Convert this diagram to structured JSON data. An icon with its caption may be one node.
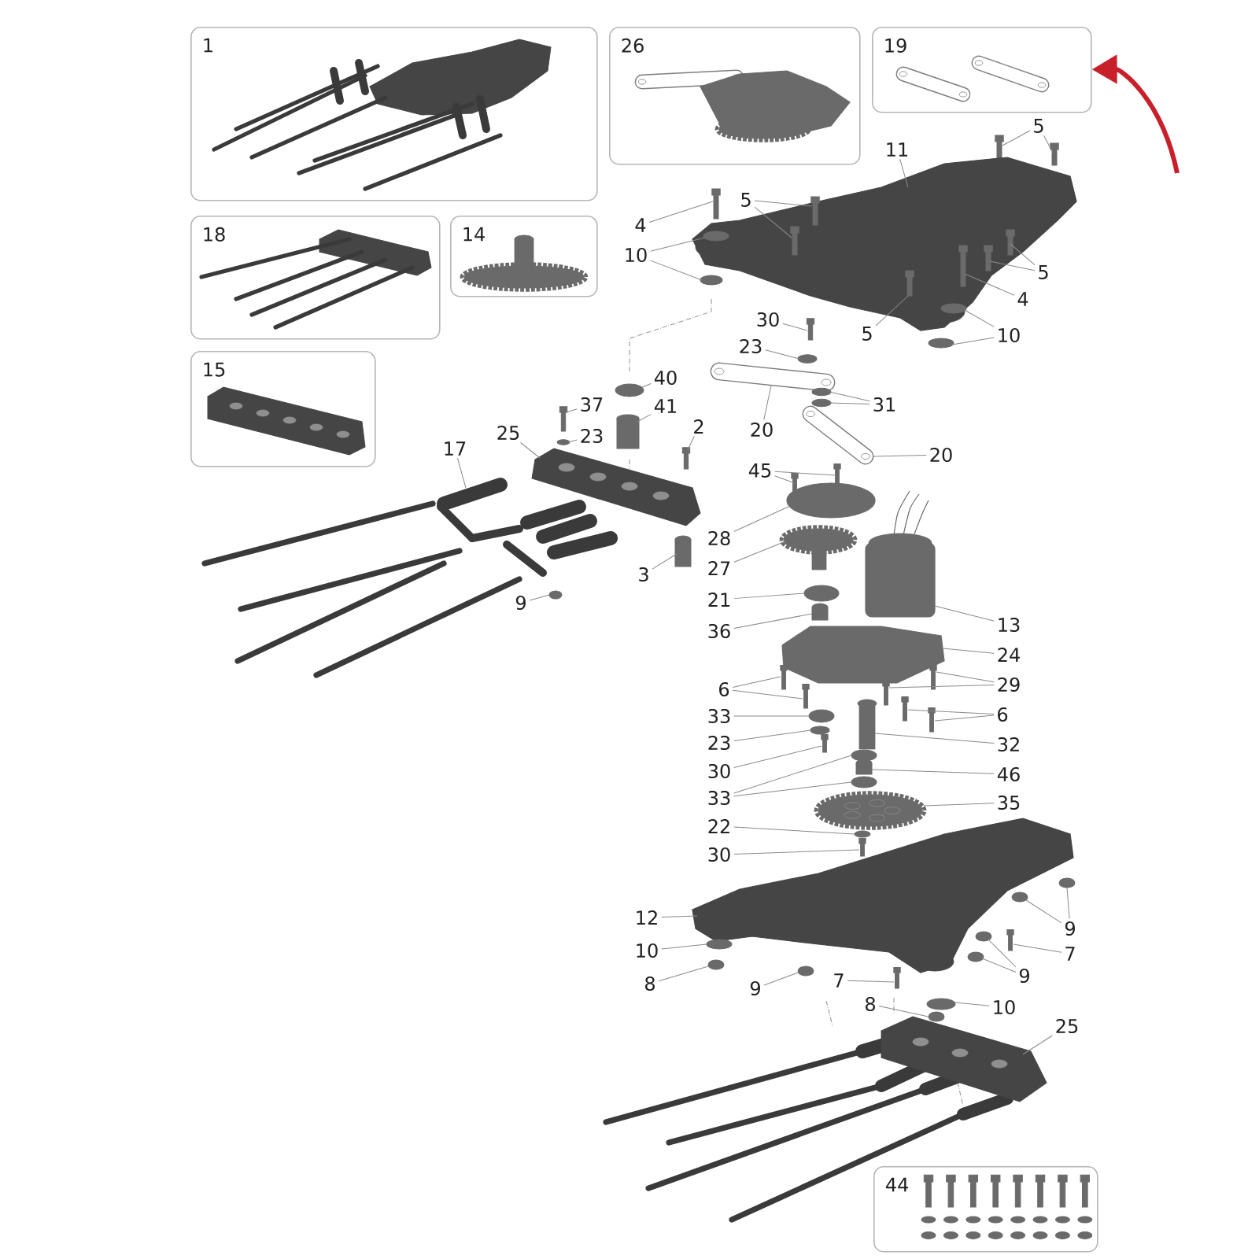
{
  "diagram": {
    "nodes": [
      {
        "text": [
          "1"
        ]
      },
      {
        "text": [
          "26"
        ]
      },
      {
        "text": [
          "19"
        ]
      },
      {
        "text": [
          "18"
        ]
      },
      {
        "text": [
          "14"
        ]
      },
      {
        "text": [
          "15"
        ]
      },
      {
        "text": [
          "5"
        ]
      },
      {
        "text": [
          "11"
        ]
      },
      {
        "text": [
          "4"
        ]
      },
      {
        "text": [
          "5"
        ]
      },
      {
        "text": [
          "10"
        ]
      },
      {
        "text": [
          "5"
        ]
      },
      {
        "text": [
          "4"
        ]
      },
      {
        "text": [
          "10"
        ]
      },
      {
        "text": [
          "5"
        ]
      },
      {
        "text": [
          "30"
        ]
      },
      {
        "text": [
          "23"
        ]
      },
      {
        "text": [
          "40"
        ]
      },
      {
        "text": [
          "31"
        ]
      },
      {
        "text": [
          "37"
        ]
      },
      {
        "text": [
          "41"
        ]
      },
      {
        "text": [
          "2"
        ]
      },
      {
        "text": [
          "23"
        ]
      },
      {
        "text": [
          "25"
        ]
      },
      {
        "text": [
          "20"
        ]
      },
      {
        "text": [
          "17"
        ]
      },
      {
        "text": [
          "20"
        ]
      },
      {
        "text": [
          "45"
        ]
      },
      {
        "text": [
          "28"
        ]
      },
      {
        "text": [
          "27"
        ]
      },
      {
        "text": [
          "3"
        ]
      },
      {
        "text": [
          "21"
        ]
      },
      {
        "text": [
          "9"
        ]
      },
      {
        "text": [
          "13"
        ]
      },
      {
        "text": [
          "36"
        ]
      },
      {
        "text": [
          "24"
        ]
      },
      {
        "text": [
          "6"
        ]
      },
      {
        "text": [
          "29"
        ]
      },
      {
        "text": [
          "33"
        ]
      },
      {
        "text": [
          "6"
        ]
      },
      {
        "text": [
          "23"
        ]
      },
      {
        "text": [
          "32"
        ]
      },
      {
        "text": [
          "30"
        ]
      },
      {
        "text": [
          "46"
        ]
      },
      {
        "text": [
          "33"
        ]
      },
      {
        "text": [
          "35"
        ]
      },
      {
        "text": [
          "22"
        ]
      },
      {
        "text": [
          "30"
        ]
      },
      {
        "text": [
          "9"
        ]
      },
      {
        "text": [
          "12"
        ]
      },
      {
        "text": [
          "10"
        ]
      },
      {
        "text": [
          "7"
        ]
      },
      {
        "text": [
          "9"
        ]
      },
      {
        "text": [
          "8"
        ]
      },
      {
        "text": [
          "9"
        ]
      },
      {
        "text": [
          "7"
        ]
      },
      {
        "text": [
          "8"
        ]
      },
      {
        "text": [
          "10"
        ]
      },
      {
        "text": [
          "25"
        ]
      },
      {
        "text": [
          "44"
        ]
      },
      {
        "text": [],
        "shape": "screw"
      },
      {
        "text": [],
        "shape": "screw"
      },
      {
        "text": [],
        "shape": "frame"
      },
      {
        "text": [],
        "shape": "screw"
      },
      {
        "text": [],
        "shape": "screw",
        "in": 62
      },
      {
        "text": [],
        "shape": "screw",
        "in": 62
      },
      {
        "text": [],
        "shape": "washer",
        "in": 62
      },
      {
        "text": [],
        "shape": "washer"
      },
      {
        "text": [],
        "shape": "screw",
        "in": 62
      },
      {
        "text": [],
        "shape": "screw",
        "in": 62
      },
      {
        "text": [],
        "shape": "screw",
        "in": 62
      },
      {
        "text": [],
        "shape": "washer",
        "in": 62
      },
      {
        "text": [],
        "shape": "washer"
      },
      {
        "text": [],
        "shape": "screw",
        "in": 62
      },
      {
        "text": [],
        "shape": "screw"
      },
      {
        "text": [],
        "shape": "washer"
      },
      {
        "text": [],
        "shape": "bearing"
      },
      {
        "text": [],
        "shape": "washer"
      },
      {
        "text": [],
        "shape": "washer"
      },
      {
        "text": [],
        "shape": "screw"
      },
      {
        "text": [],
        "shape": "cylinder"
      },
      {
        "text": [],
        "shape": "screw"
      },
      {
        "text": [],
        "shape": "nut"
      },
      {
        "text": [],
        "shape": "bar"
      },
      {
        "text": [],
        "shape": "link"
      },
      {
        "text": [],
        "shape": "sleeve"
      },
      {
        "text": [],
        "shape": "link"
      },
      {
        "text": [],
        "shape": "screw"
      },
      {
        "text": [],
        "shape": "screw"
      },
      {
        "text": [],
        "shape": "ring"
      },
      {
        "text": [],
        "shape": "gear"
      },
      {
        "text": [],
        "shape": "cylinder"
      },
      {
        "text": [],
        "shape": "bearing"
      },
      {
        "text": [],
        "shape": "nut"
      },
      {
        "text": [],
        "shape": "motor"
      },
      {
        "text": [],
        "shape": "cylinder"
      },
      {
        "text": [],
        "shape": "housing"
      },
      {
        "text": [],
        "shape": "screw"
      },
      {
        "text": [],
        "shape": "screw"
      },
      {
        "text": [],
        "shape": "screw"
      },
      {
        "text": [],
        "shape": "screw"
      },
      {
        "text": [],
        "shape": "bearing"
      },
      {
        "text": [],
        "shape": "screw"
      },
      {
        "text": [],
        "shape": "screw"
      },
      {
        "text": [],
        "shape": "washer"
      },
      {
        "text": [],
        "shape": "pinion"
      },
      {
        "text": [],
        "shape": "screw"
      },
      {
        "text": [],
        "shape": "cylinder"
      },
      {
        "text": [],
        "shape": "bearing"
      },
      {
        "text": [],
        "shape": "bearing"
      },
      {
        "text": [],
        "shape": "gear"
      },
      {
        "text": [],
        "shape": "washer"
      },
      {
        "text": [],
        "shape": "screw"
      },
      {
        "text": [],
        "shape": "nut"
      },
      {
        "text": [],
        "shape": "nut"
      },
      {
        "text": [],
        "shape": "frame"
      },
      {
        "text": [],
        "shape": "washer"
      },
      {
        "text": [],
        "shape": "screw"
      },
      {
        "text": [],
        "shape": "nut"
      },
      {
        "text": [],
        "shape": "nut"
      },
      {
        "text": [],
        "shape": "nut"
      },
      {
        "text": [],
        "shape": "nut"
      },
      {
        "text": [],
        "shape": "screw"
      },
      {
        "text": [],
        "shape": "nut"
      },
      {
        "text": [],
        "shape": "washer"
      },
      {
        "text": [],
        "shape": "bar"
      }
    ],
    "edges": [
      {
        "from": null,
        "to": 2,
        "arrow": "to",
        "style": "thick",
        "color": "#c8202a"
      },
      {
        "from": 6,
        "to": 60,
        "arrow": "none"
      },
      {
        "from": 6,
        "to": 61,
        "arrow": "none"
      },
      {
        "from": 7,
        "to": 62,
        "arrow": "none"
      },
      {
        "from": 8,
        "to": 63,
        "arrow": "none"
      },
      {
        "from": 9,
        "to": 64,
        "arrow": "none"
      },
      {
        "from": 9,
        "to": 65,
        "arrow": "none"
      },
      {
        "from": 10,
        "to": 66,
        "arrow": "none"
      },
      {
        "from": 10,
        "to": 67,
        "arrow": "none"
      },
      {
        "from": 11,
        "to": 68,
        "arrow": "none"
      },
      {
        "from": 11,
        "to": 69,
        "arrow": "none"
      },
      {
        "from": 12,
        "to": 70,
        "arrow": "none"
      },
      {
        "from": 13,
        "to": 71,
        "arrow": "none"
      },
      {
        "from": 13,
        "to": 72,
        "arrow": "none"
      },
      {
        "from": 14,
        "to": 73,
        "arrow": "none"
      },
      {
        "from": 15,
        "to": 74,
        "arrow": "none"
      },
      {
        "from": 16,
        "to": 75,
        "arrow": "none"
      },
      {
        "from": 17,
        "to": 76,
        "arrow": "none"
      },
      {
        "from": 18,
        "to": 77,
        "arrow": "none"
      },
      {
        "from": 18,
        "to": 78,
        "arrow": "none"
      },
      {
        "from": 19,
        "to": 79,
        "arrow": "none"
      },
      {
        "from": 20,
        "to": 80,
        "arrow": "none"
      },
      {
        "from": 21,
        "to": 81,
        "arrow": "none"
      },
      {
        "from": 22,
        "to": 82,
        "arrow": "none"
      },
      {
        "from": 23,
        "to": 83,
        "arrow": "none"
      },
      {
        "from": 24,
        "to": 84,
        "arrow": "none"
      },
      {
        "from": 25,
        "to": 85,
        "arrow": "none"
      },
      {
        "from": 26,
        "to": 86,
        "arrow": "none"
      },
      {
        "from": 27,
        "to": 87,
        "arrow": "none"
      },
      {
        "from": 27,
        "to": 88,
        "arrow": "none"
      },
      {
        "from": 28,
        "to": 89,
        "arrow": "none"
      },
      {
        "from": 29,
        "to": 90,
        "arrow": "none"
      },
      {
        "from": 30,
        "to": 91,
        "arrow": "none"
      },
      {
        "from": 31,
        "to": 92,
        "arrow": "none"
      },
      {
        "from": 32,
        "to": 93,
        "arrow": "none"
      },
      {
        "from": 33,
        "to": 94,
        "arrow": "none"
      },
      {
        "from": 34,
        "to": 95,
        "arrow": "none"
      },
      {
        "from": 35,
        "to": 96,
        "arrow": "none"
      },
      {
        "from": 36,
        "to": 97,
        "arrow": "none"
      },
      {
        "from": 36,
        "to": 98,
        "arrow": "none"
      },
      {
        "from": 37,
        "to": 99,
        "arrow": "none"
      },
      {
        "from": 37,
        "to": 100,
        "arrow": "none"
      },
      {
        "from": 38,
        "to": 101,
        "arrow": "none"
      },
      {
        "from": 39,
        "to": 102,
        "arrow": "none"
      },
      {
        "from": 39,
        "to": 103,
        "arrow": "none"
      },
      {
        "from": 40,
        "to": 104,
        "arrow": "none"
      },
      {
        "from": 41,
        "to": 105,
        "arrow": "none"
      },
      {
        "from": 42,
        "to": 106,
        "arrow": "none"
      },
      {
        "from": 43,
        "to": 107,
        "arrow": "none"
      },
      {
        "from": 44,
        "to": 108,
        "arrow": "none"
      },
      {
        "from": 44,
        "to": 109,
        "arrow": "none"
      },
      {
        "from": 45,
        "to": 110,
        "arrow": "none"
      },
      {
        "from": 46,
        "to": 111,
        "arrow": "none"
      },
      {
        "from": 47,
        "to": 112,
        "arrow": "none"
      },
      {
        "from": 48,
        "to": 113,
        "arrow": "none"
      },
      {
        "from": 48,
        "to": 114,
        "arrow": "none"
      },
      {
        "from": 49,
        "to": 115,
        "arrow": "none"
      },
      {
        "from": 50,
        "to": 116,
        "arrow": "none"
      },
      {
        "from": 51,
        "to": 117,
        "arrow": "none"
      },
      {
        "from": 52,
        "to": 118,
        "arrow": "none"
      },
      {
        "from": 52,
        "to": 119,
        "arrow": "none"
      },
      {
        "from": 53,
        "to": 120,
        "arrow": "none"
      },
      {
        "from": 54,
        "to": 121,
        "arrow": "none"
      },
      {
        "from": 55,
        "to": 122,
        "arrow": "none"
      },
      {
        "from": 56,
        "to": 123,
        "arrow": "none"
      },
      {
        "from": 57,
        "to": 124,
        "arrow": "none"
      },
      {
        "from": 58,
        "to": 125,
        "arrow": "none"
      }
    ]
  }
}
